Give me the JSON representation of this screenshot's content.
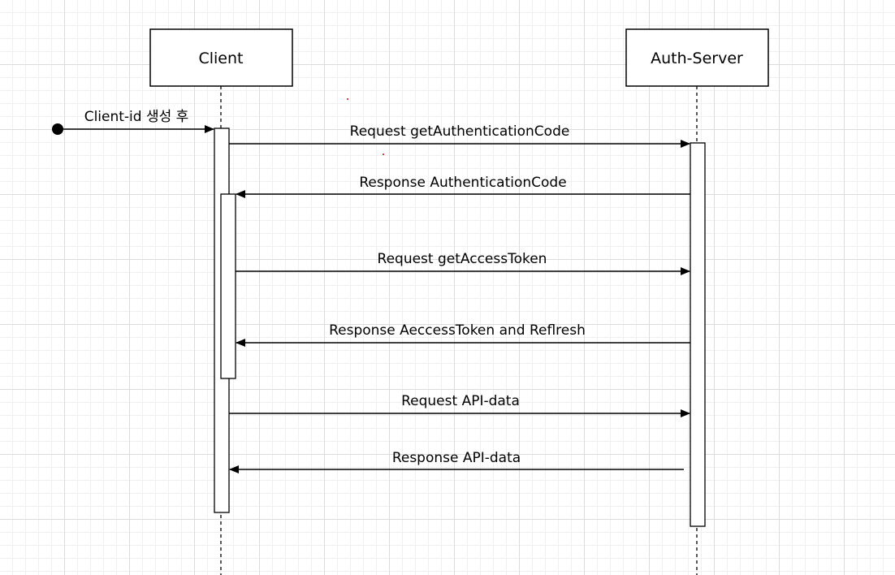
{
  "participants": {
    "client": "Client",
    "server": "Auth-Server"
  },
  "start_label": "Client-id 생성 후",
  "messages": {
    "m1": "Request getAuthenticationCode",
    "m2": "Response AuthenticationCode",
    "m3": "Request getAccessToken",
    "m4": "Response AeccessToken and Reflresh",
    "m5": "Request API-data",
    "m6": "Response API-data"
  },
  "colors": {
    "line": "#000000",
    "box_fill": "#ffffff",
    "grid": "#dcdcdc"
  }
}
